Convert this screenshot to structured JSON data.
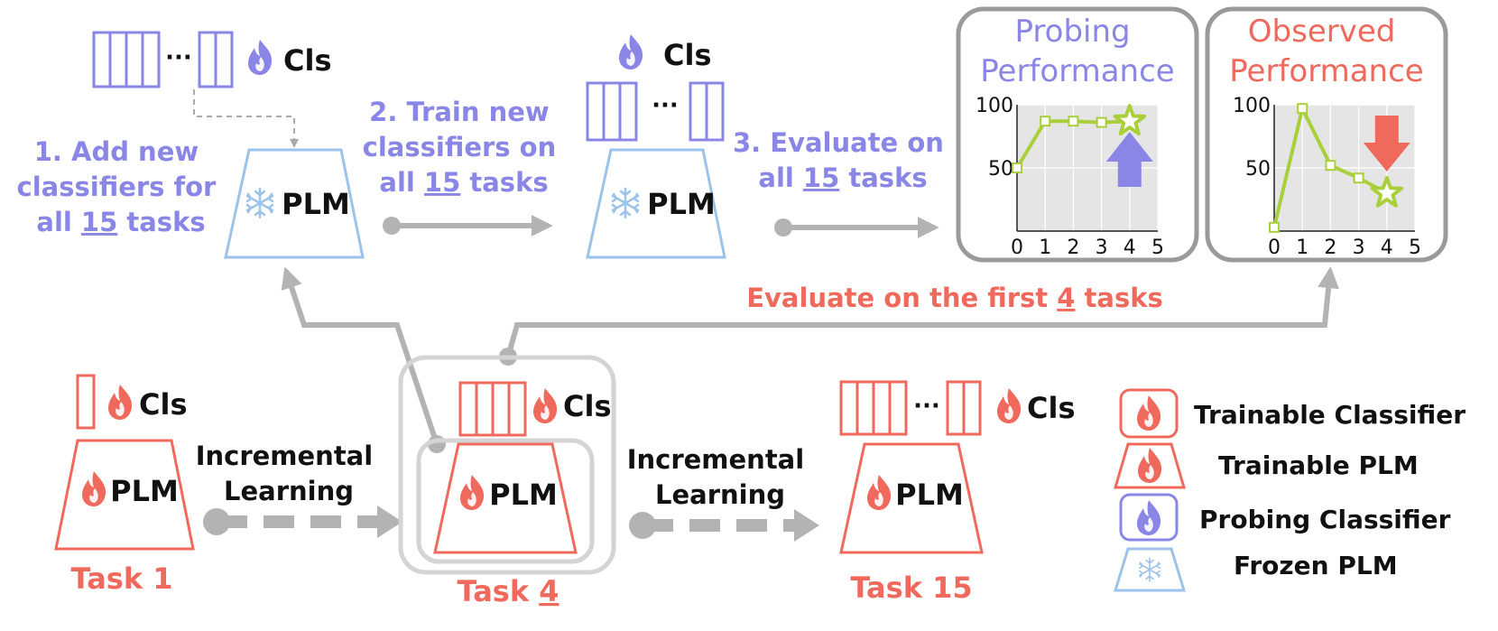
{
  "colors": {
    "probing": "#8a86e6",
    "trainable": "#ef6a5d",
    "frozen": "#9cc3ea",
    "curve": "#a9cf3b",
    "gray_arrow": "#b3b3b3",
    "panel_bg": "#e5e5e5"
  },
  "top": {
    "step1": [
      "1. Add new",
      "classifiers for",
      "all ",
      "15",
      " tasks"
    ],
    "step2": [
      "2. Train new",
      "classifiers on",
      "all ",
      "15",
      " tasks"
    ],
    "step3": [
      "3. Evaluate on",
      "all ",
      "15",
      " tasks"
    ],
    "cls": "Cls",
    "ellipsis": "···",
    "plm": "PLM"
  },
  "evaluate_label": [
    "Evaluate on the first ",
    "4",
    " tasks"
  ],
  "bottom": {
    "task1": "Task 1",
    "task4": [
      "Task ",
      "4"
    ],
    "task15": "Task 15",
    "incremental": [
      "Incremental",
      "Learning"
    ]
  },
  "legend": {
    "items": [
      "Trainable Classifier",
      "Trainable PLM",
      "Probing Classifier",
      "Frozen PLM"
    ]
  },
  "chart_data": [
    {
      "type": "line",
      "title": "Probing Performance",
      "x": [
        0,
        1,
        2,
        3,
        4
      ],
      "y": [
        50,
        87,
        87,
        86,
        87
      ],
      "xticks": [
        "0",
        "1",
        "2",
        "3",
        "4",
        "5"
      ],
      "yticks": [
        "50",
        "100"
      ],
      "xlim": [
        0,
        5
      ],
      "ylim": [
        0,
        100
      ],
      "highlight_x": 4,
      "arrow": "up"
    },
    {
      "type": "line",
      "title": "Observed Performance",
      "x": [
        0,
        1,
        2,
        3,
        4
      ],
      "y": [
        3,
        97,
        52,
        42,
        30
      ],
      "xticks": [
        "0",
        "1",
        "2",
        "3",
        "4",
        "5"
      ],
      "yticks": [
        "50",
        "100"
      ],
      "xlim": [
        0,
        5
      ],
      "ylim": [
        0,
        100
      ],
      "highlight_x": 4,
      "arrow": "down"
    }
  ]
}
